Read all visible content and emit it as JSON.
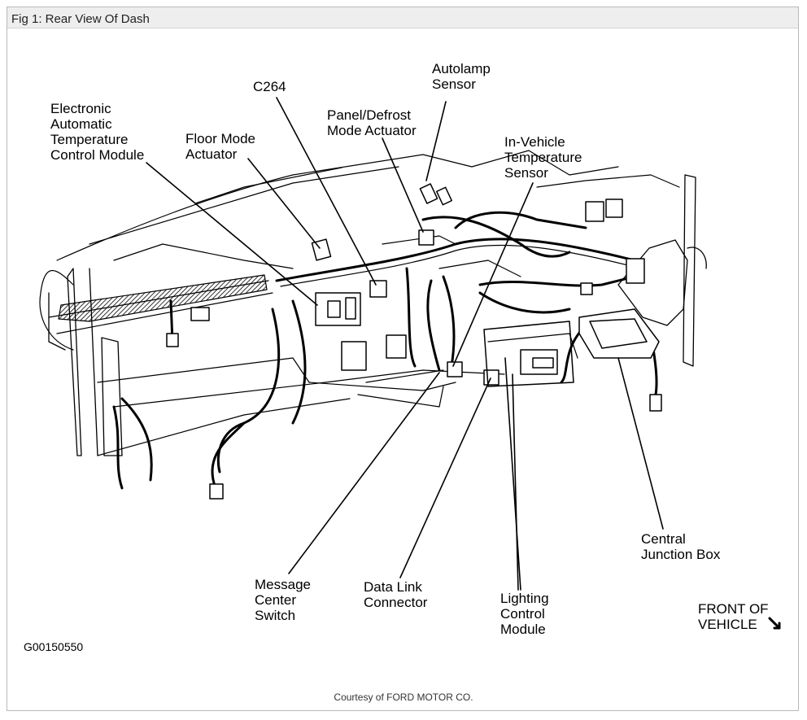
{
  "figure": {
    "title": "Fig 1: Rear View Of Dash",
    "code": "G00150550",
    "credit": "Courtesy of FORD MOTOR CO.",
    "orientation": "FRONT OF\nVEHICLE"
  },
  "labels": {
    "c264": "C264",
    "autolamp": "Autolamp\nSensor",
    "eatc": "Electronic\nAutomatic\nTemperature\nControl Module",
    "floor_mode": "Floor Mode\nActuator",
    "panel_defrost": "Panel/Defrost\nMode Actuator",
    "in_vehicle": "In-Vehicle\nTemperature\nSensor",
    "central_jb": "Central\nJunction Box",
    "message_center": "Message\nCenter\nSwitch",
    "data_link": "Data Link\nConnector",
    "lighting": "Lighting\nControl\nModule"
  }
}
